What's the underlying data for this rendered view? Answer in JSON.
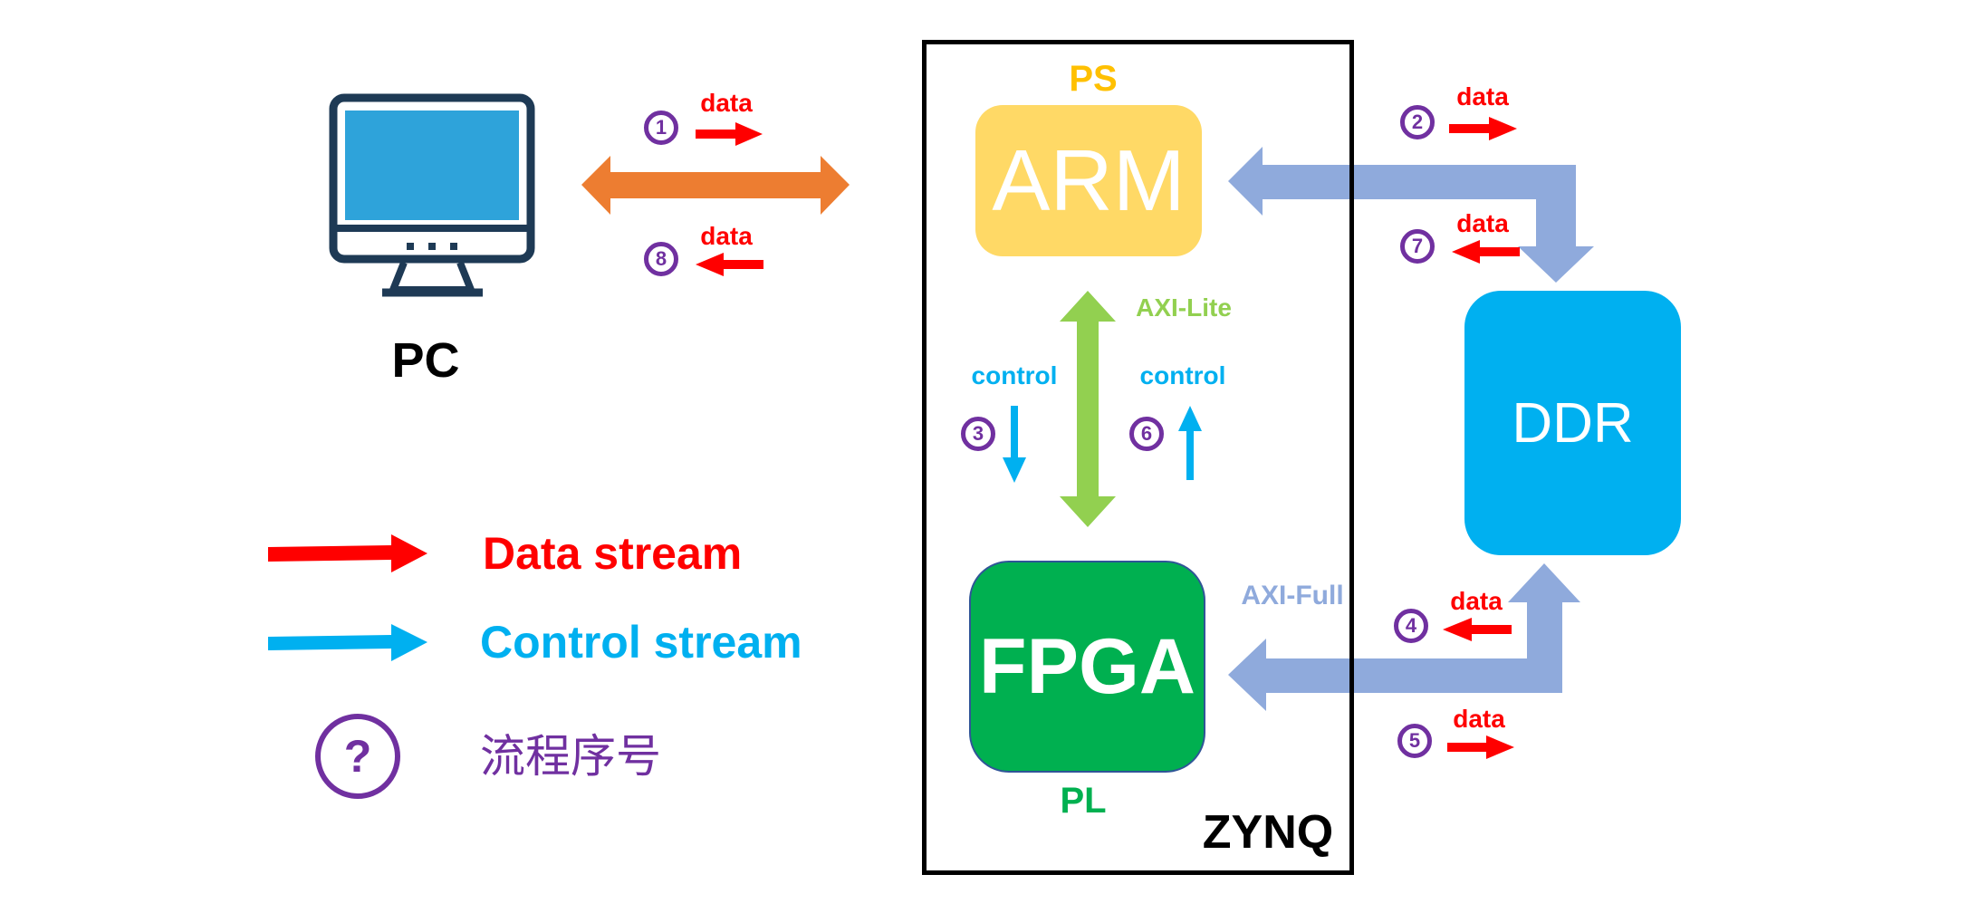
{
  "diagram": {
    "pc": {
      "label": "PC",
      "icon": "desktop-monitor-icon"
    },
    "zynq": {
      "label": "ZYNQ",
      "ps": {
        "section_label": "PS",
        "block_label": "ARM",
        "color": "#ffd966",
        "label_color": "#ffc000"
      },
      "pl": {
        "section_label": "PL",
        "block_label": "FPGA",
        "color": "#00b050",
        "label_color": "#00b050"
      },
      "internal_bus": {
        "label": "AXI-Lite",
        "color": "#92d050"
      }
    },
    "ddr": {
      "label": "DDR",
      "color": "#00b0f0"
    },
    "pc_link": {
      "color": "#ed7d31"
    },
    "memory_bus": {
      "label": "AXI-Full",
      "color": "#8faadc"
    },
    "flow_steps": [
      {
        "step": "1",
        "label": "data",
        "direction": "right",
        "type": "data"
      },
      {
        "step": "2",
        "label": "data",
        "direction": "right",
        "type": "data"
      },
      {
        "step": "3",
        "label": "control",
        "direction": "down",
        "type": "control"
      },
      {
        "step": "4",
        "label": "data",
        "direction": "left",
        "type": "data"
      },
      {
        "step": "5",
        "label": "data",
        "direction": "right",
        "type": "data"
      },
      {
        "step": "6",
        "label": "control",
        "direction": "up",
        "type": "control"
      },
      {
        "step": "7",
        "label": "data",
        "direction": "left",
        "type": "data"
      },
      {
        "step": "8",
        "label": "data",
        "direction": "left",
        "type": "data"
      }
    ],
    "legend": {
      "data_stream": {
        "label": "Data stream",
        "color": "#ff0000"
      },
      "control_stream": {
        "label": "Control stream",
        "color": "#00b0f0"
      },
      "step_number": {
        "symbol": "?",
        "label": "流程序号",
        "color": "#7030a0"
      }
    }
  }
}
